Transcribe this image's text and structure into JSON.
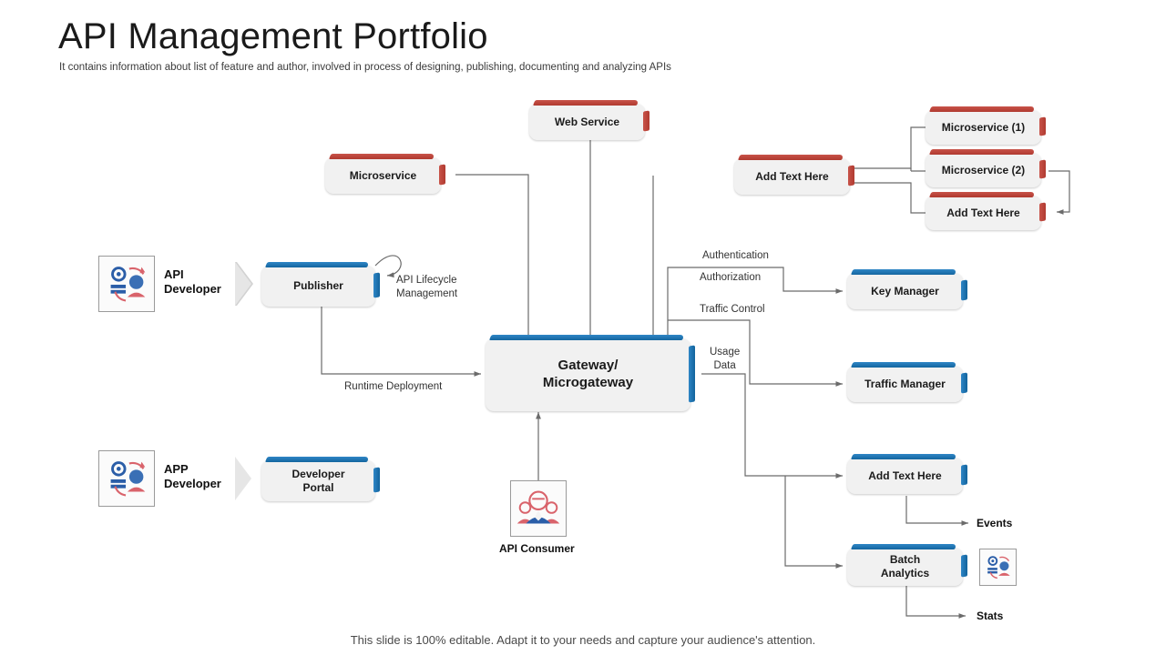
{
  "header": {
    "title": "API Management Portfolio",
    "subtitle": "It contains information about  list of feature and author, involved in process of designing, publishing, documenting and analyzing APIs"
  },
  "footer": {
    "note": "This slide is 100% editable. Adapt it to your needs and capture your audience's attention."
  },
  "colors": {
    "blue": "#1F6FB2",
    "red": "#BE4038",
    "node_fill": "#F1F1F1",
    "wire": "#6b6b6b",
    "text": "#1a1a1a"
  },
  "personas": [
    {
      "label": "API\nDeveloper",
      "icon": "developer-icon"
    },
    {
      "label": "APP\nDeveloper",
      "icon": "developer-icon"
    }
  ],
  "nodes": {
    "publisher": {
      "label": "Publisher",
      "accent": "blue"
    },
    "developer_portal": {
      "label": "Developer\nPortal",
      "accent": "blue"
    },
    "gateway": {
      "label": "Gateway/\nMicrogateway",
      "accent": "blue"
    },
    "web_service": {
      "label": "Web Service",
      "accent": "red"
    },
    "microservice": {
      "label": "Microservice",
      "accent": "red"
    },
    "add_text_top": {
      "label": "Add  Text Here",
      "accent": "red"
    },
    "microservice_1": {
      "label": "Microservice (1)",
      "accent": "red"
    },
    "microservice_2": {
      "label": "Microservice (2)",
      "accent": "red"
    },
    "add_text_right": {
      "label": "Add  Text Here",
      "accent": "red"
    },
    "key_manager": {
      "label": "Key Manager",
      "accent": "blue"
    },
    "traffic_manager": {
      "label": "Traffic Manager",
      "accent": "blue"
    },
    "add_text_events": {
      "label": "Add  Text Here",
      "accent": "blue"
    },
    "batch_analytics": {
      "label": "Batch\nAnalytics",
      "accent": "blue"
    }
  },
  "edge_labels": {
    "lifecycle": "API  Lifecycle\nManagement",
    "runtime": "Runtime Deployment",
    "auth_n": "Authentication",
    "auth_z": "Authorization",
    "traffic": "Traffic Control",
    "usage": "Usage\nData",
    "events": "Events",
    "stats": "Stats"
  },
  "captions": {
    "api_consumer": "API Consumer"
  },
  "icons": {
    "consumer": "people-group-icon",
    "analytics_person": "developer-icon"
  }
}
